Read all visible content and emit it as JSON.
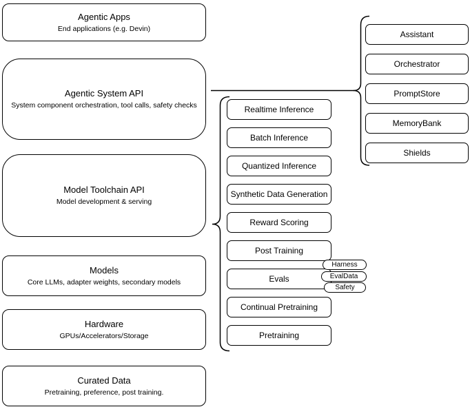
{
  "diagram": {
    "left_stack": [
      {
        "title": "Agentic Apps",
        "subtitle": "End applications (e.g. Devin)"
      },
      {
        "title": "Agentic System API",
        "subtitle": "System component orchestration, tool calls, safety checks"
      },
      {
        "title": "Model Toolchain API",
        "subtitle": "Model development & serving"
      },
      {
        "title": "Models",
        "subtitle": "Core LLMs, adapter weights, secondary models"
      },
      {
        "title": "Hardware",
        "subtitle": "GPUs/Accelerators/Storage"
      },
      {
        "title": "Curated Data",
        "subtitle": "Pretraining, preference, post training."
      }
    ],
    "toolchain_items": [
      {
        "label": "Realtime Inference"
      },
      {
        "label": "Batch Inference"
      },
      {
        "label": "Quantized Inference"
      },
      {
        "label": "Synthetic Data Generation"
      },
      {
        "label": "Reward Scoring"
      },
      {
        "label": "Post Training"
      },
      {
        "label": "Evals"
      },
      {
        "label": "Continual Pretraining"
      },
      {
        "label": "Pretraining"
      }
    ],
    "eval_tags": [
      {
        "label": "Harness"
      },
      {
        "label": "EvalData"
      },
      {
        "label": "Safety"
      }
    ],
    "system_components": [
      {
        "label": "Assistant"
      },
      {
        "label": "Orchestrator"
      },
      {
        "label": "PromptStore"
      },
      {
        "label": "MemoryBank"
      },
      {
        "label": "Shields"
      }
    ],
    "colors": {
      "stroke": "#000000",
      "fill": "#ffffff",
      "background": "#ffffff"
    }
  }
}
